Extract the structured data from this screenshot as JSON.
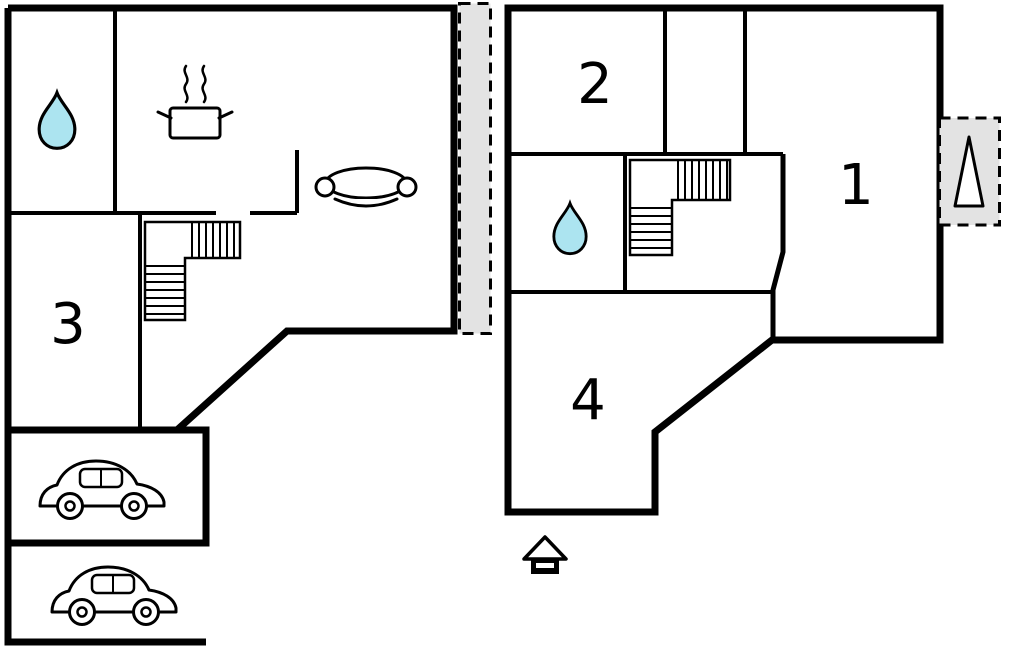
{
  "page": {
    "type": "floor-plan-diagram",
    "units": 2
  },
  "labels": {
    "room1": "1",
    "room2": "2",
    "room3": "3",
    "room4": "4"
  },
  "icons": {
    "water_drop": "water-drop-icon",
    "cooking_pot": "cooking-pot-icon",
    "sofa": "sofa-icon",
    "stairs": "stairs-icon",
    "car": "car-icon",
    "entrance_arrow": "entrance-arrow-icon",
    "house_marker": "house-icon"
  },
  "colors": {
    "wall": "#000000",
    "background": "#ffffff",
    "water_drop_fill": "#ace4f0",
    "corridor_fill": "#e3e3e3",
    "entrance_fill": "#e3e3e3"
  }
}
